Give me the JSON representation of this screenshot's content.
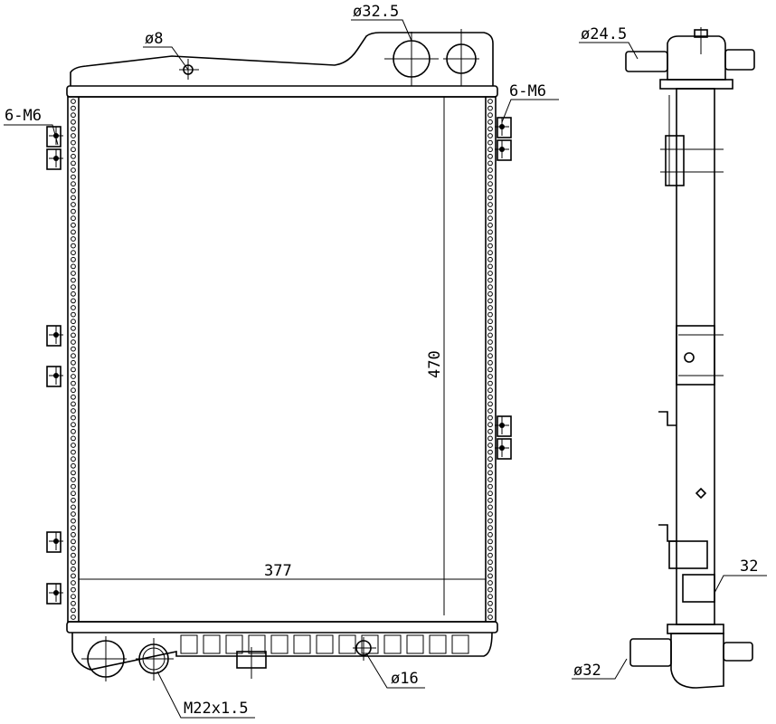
{
  "drawing": {
    "labels": {
      "top_filler_diameter": "ø32.5",
      "top_hole_diameter": "ø8",
      "left_mounts": "6-M6",
      "right_mounts": "6-M6",
      "core_height": "470",
      "core_width": "377",
      "bottom_outlet_diameter": "ø16",
      "drain_thread": "M22x1.5",
      "side_inlet_diameter": "ø24.5",
      "side_dimension": "32",
      "side_outlet_diameter": "ø32"
    }
  }
}
